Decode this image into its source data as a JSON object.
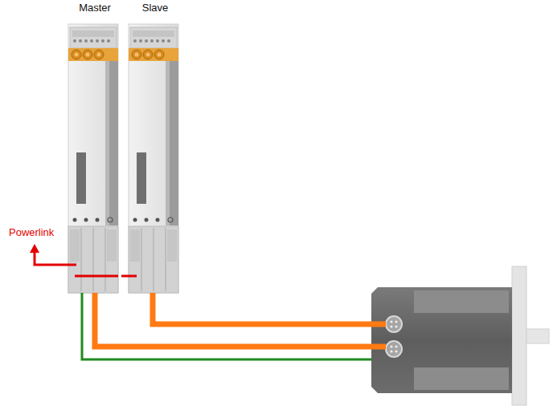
{
  "diagram": {
    "nodes": [
      {
        "text": [
          "Master"
        ]
      },
      {
        "text": [
          "Slave"
        ]
      }
    ],
    "edges": [
      {
        "from": 0,
        "to": 1,
        "arrow": "none"
      }
    ],
    "labels": [
      "Powerlink"
    ]
  }
}
